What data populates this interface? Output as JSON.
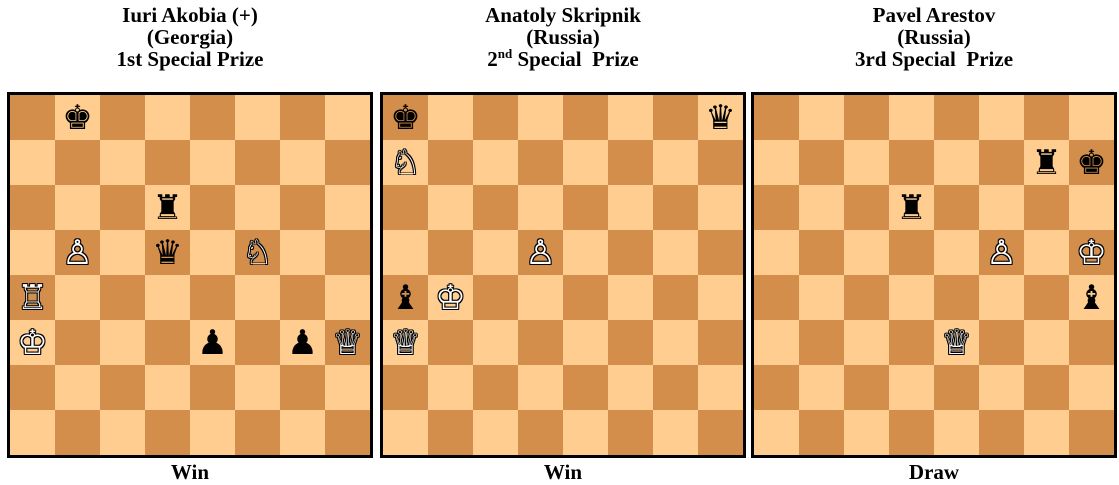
{
  "panels": [
    {
      "caption": {
        "line1": "Iuri Akobia (+)",
        "line2": "(Georgia)",
        "line3": "1st Special Prize"
      },
      "result": "Win",
      "pieces": [
        {
          "square": "b8",
          "piece": "king",
          "color": "black",
          "glyph": "♚"
        },
        {
          "square": "d6",
          "piece": "rook",
          "color": "black",
          "glyph": "♜"
        },
        {
          "square": "b5",
          "piece": "pawn",
          "color": "white",
          "glyph": "♙"
        },
        {
          "square": "d5",
          "piece": "queen",
          "color": "black",
          "glyph": "♛"
        },
        {
          "square": "f5",
          "piece": "knight",
          "color": "white",
          "glyph": "♘"
        },
        {
          "square": "a4",
          "piece": "rook",
          "color": "white",
          "glyph": "♖"
        },
        {
          "square": "a3",
          "piece": "king",
          "color": "white",
          "glyph": "♔"
        },
        {
          "square": "e3",
          "piece": "pawn",
          "color": "black",
          "glyph": "♟"
        },
        {
          "square": "g3",
          "piece": "pawn",
          "color": "black",
          "glyph": "♟"
        },
        {
          "square": "h3",
          "piece": "queen",
          "color": "white",
          "glyph": "♕"
        }
      ]
    },
    {
      "caption": {
        "line1": "Anatoly Skripnik",
        "line2": "(Russia)",
        "line3_num": "2",
        "line3_sup": "nd",
        "line3_rest": " Special  Prize"
      },
      "result": "Win",
      "pieces": [
        {
          "square": "a8",
          "piece": "king",
          "color": "black",
          "glyph": "♚"
        },
        {
          "square": "h8",
          "piece": "queen",
          "color": "black",
          "glyph": "♛"
        },
        {
          "square": "a7",
          "piece": "knight",
          "color": "white",
          "glyph": "♘"
        },
        {
          "square": "d5",
          "piece": "pawn",
          "color": "white",
          "glyph": "♙"
        },
        {
          "square": "a4",
          "piece": "bishop",
          "color": "black",
          "glyph": "♝"
        },
        {
          "square": "b4",
          "piece": "king",
          "color": "white",
          "glyph": "♔"
        },
        {
          "square": "a3",
          "piece": "queen",
          "color": "white",
          "glyph": "♕"
        }
      ]
    },
    {
      "caption": {
        "line1": "Pavel Arestov",
        "line2": "(Russia)",
        "line3": "3rd Special  Prize"
      },
      "result": "Draw",
      "pieces": [
        {
          "square": "g7",
          "piece": "rook",
          "color": "black",
          "glyph": "♜"
        },
        {
          "square": "h7",
          "piece": "king",
          "color": "black",
          "glyph": "♚"
        },
        {
          "square": "d6",
          "piece": "rook",
          "color": "black",
          "glyph": "♜"
        },
        {
          "square": "f5",
          "piece": "pawn",
          "color": "white",
          "glyph": "♙"
        },
        {
          "square": "h5",
          "piece": "king",
          "color": "white",
          "glyph": "♔"
        },
        {
          "square": "h4",
          "piece": "bishop",
          "color": "black",
          "glyph": "♝"
        },
        {
          "square": "e3",
          "piece": "queen",
          "color": "white",
          "glyph": "♕"
        }
      ]
    }
  ],
  "colors": {
    "light_square": "#fecd8f",
    "dark_square": "#d38e4c",
    "border": "#000000"
  }
}
